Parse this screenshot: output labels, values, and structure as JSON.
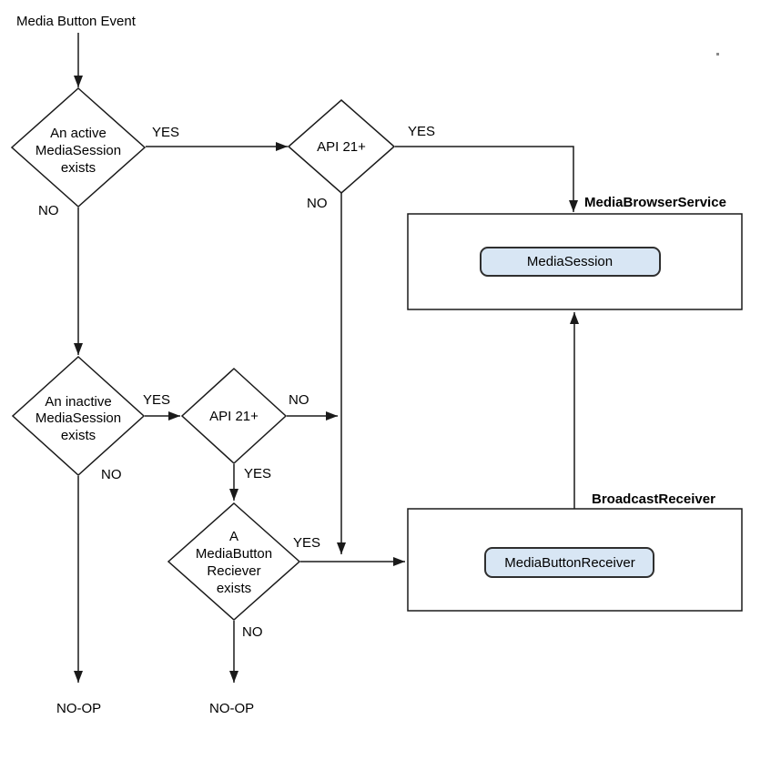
{
  "colors": {
    "line": "#1a1a1a",
    "diamond_fill": "#ffffff",
    "container_fill": "#ffffff",
    "module_fill": "#d8e6f4",
    "module_border": "#2f2f2f",
    "text": "#000000"
  },
  "start": {
    "label": "Media Button Event"
  },
  "decisions": {
    "active_session": {
      "l1": "An active",
      "l2": "MediaSession",
      "l3": "exists"
    },
    "api21_top": {
      "label": "API 21+"
    },
    "inactive_session": {
      "l1": "An inactive",
      "l2": "MediaSession",
      "l3": "exists"
    },
    "api21_mid": {
      "label": "API 21+"
    },
    "media_button_receiver_exists": {
      "l1": "A",
      "l2": "MediaButton",
      "l3": "Reciever",
      "l4": "exists"
    }
  },
  "containers": {
    "media_browser_service": {
      "title": "MediaBrowserService",
      "module": "MediaSession"
    },
    "broadcast_receiver": {
      "title": "BroadcastReceiver",
      "module": "MediaButtonReceiver"
    }
  },
  "edge_labels": {
    "active_yes": "YES",
    "active_no": "NO",
    "api21_top_yes": "YES",
    "api21_top_no": "NO",
    "inactive_yes": "YES",
    "inactive_no": "NO",
    "api21_mid_no": "NO",
    "api21_mid_yes": "YES",
    "mbr_yes": "YES",
    "mbr_no": "NO"
  },
  "terminals": {
    "noop_left": "NO-OP",
    "noop_right": "NO-OP"
  }
}
